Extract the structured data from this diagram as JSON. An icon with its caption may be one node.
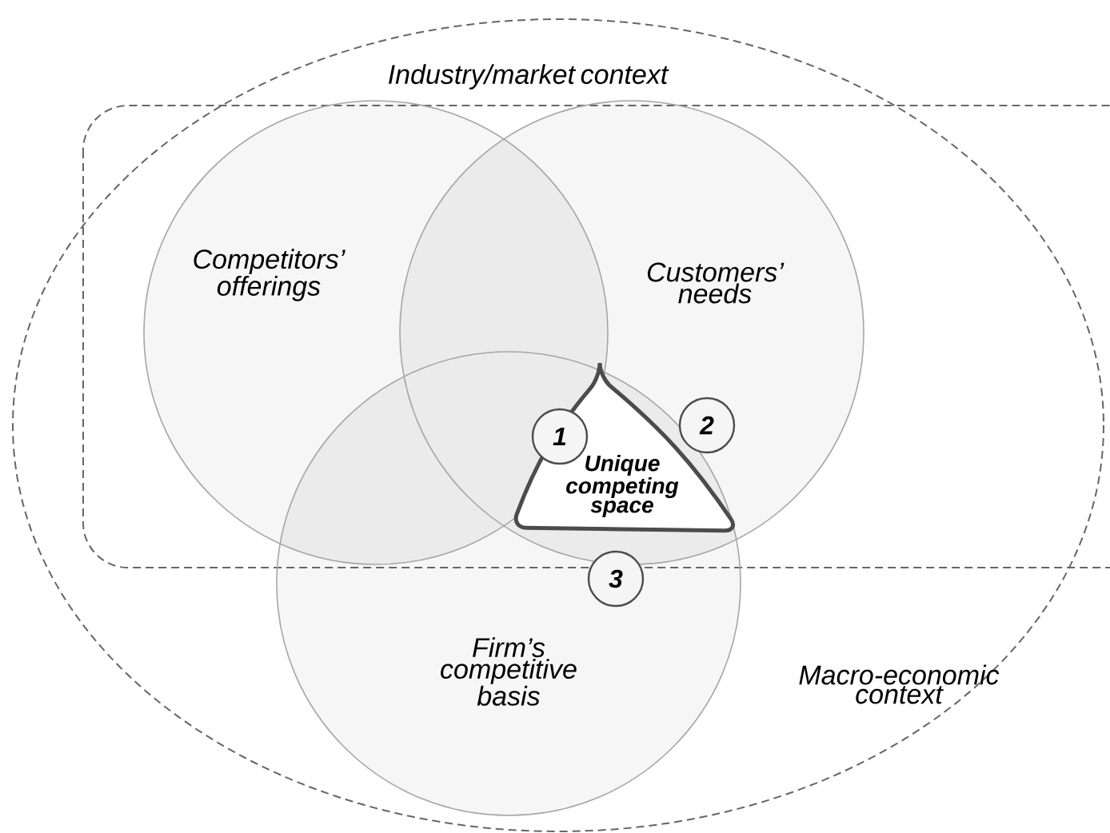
{
  "diagram": {
    "nodes": [
      {
        "text": [
          "Macro-economic context"
        ]
      },
      {
        "text": [
          "Industry/market context"
        ],
        "in": 0
      },
      {
        "text": [
          "Competitors’ offerings"
        ],
        "in": 1
      },
      {
        "text": [
          "Customers’ needs"
        ],
        "in": 1
      },
      {
        "text": [
          "Firm’s competitive basis"
        ],
        "in": 0
      },
      {
        "text": [
          "Unique competing space"
        ]
      },
      {
        "text": [
          "1"
        ]
      },
      {
        "text": [
          "2"
        ],
        "in": 3
      },
      {
        "text": [
          "3"
        ],
        "in": 4
      }
    ]
  }
}
